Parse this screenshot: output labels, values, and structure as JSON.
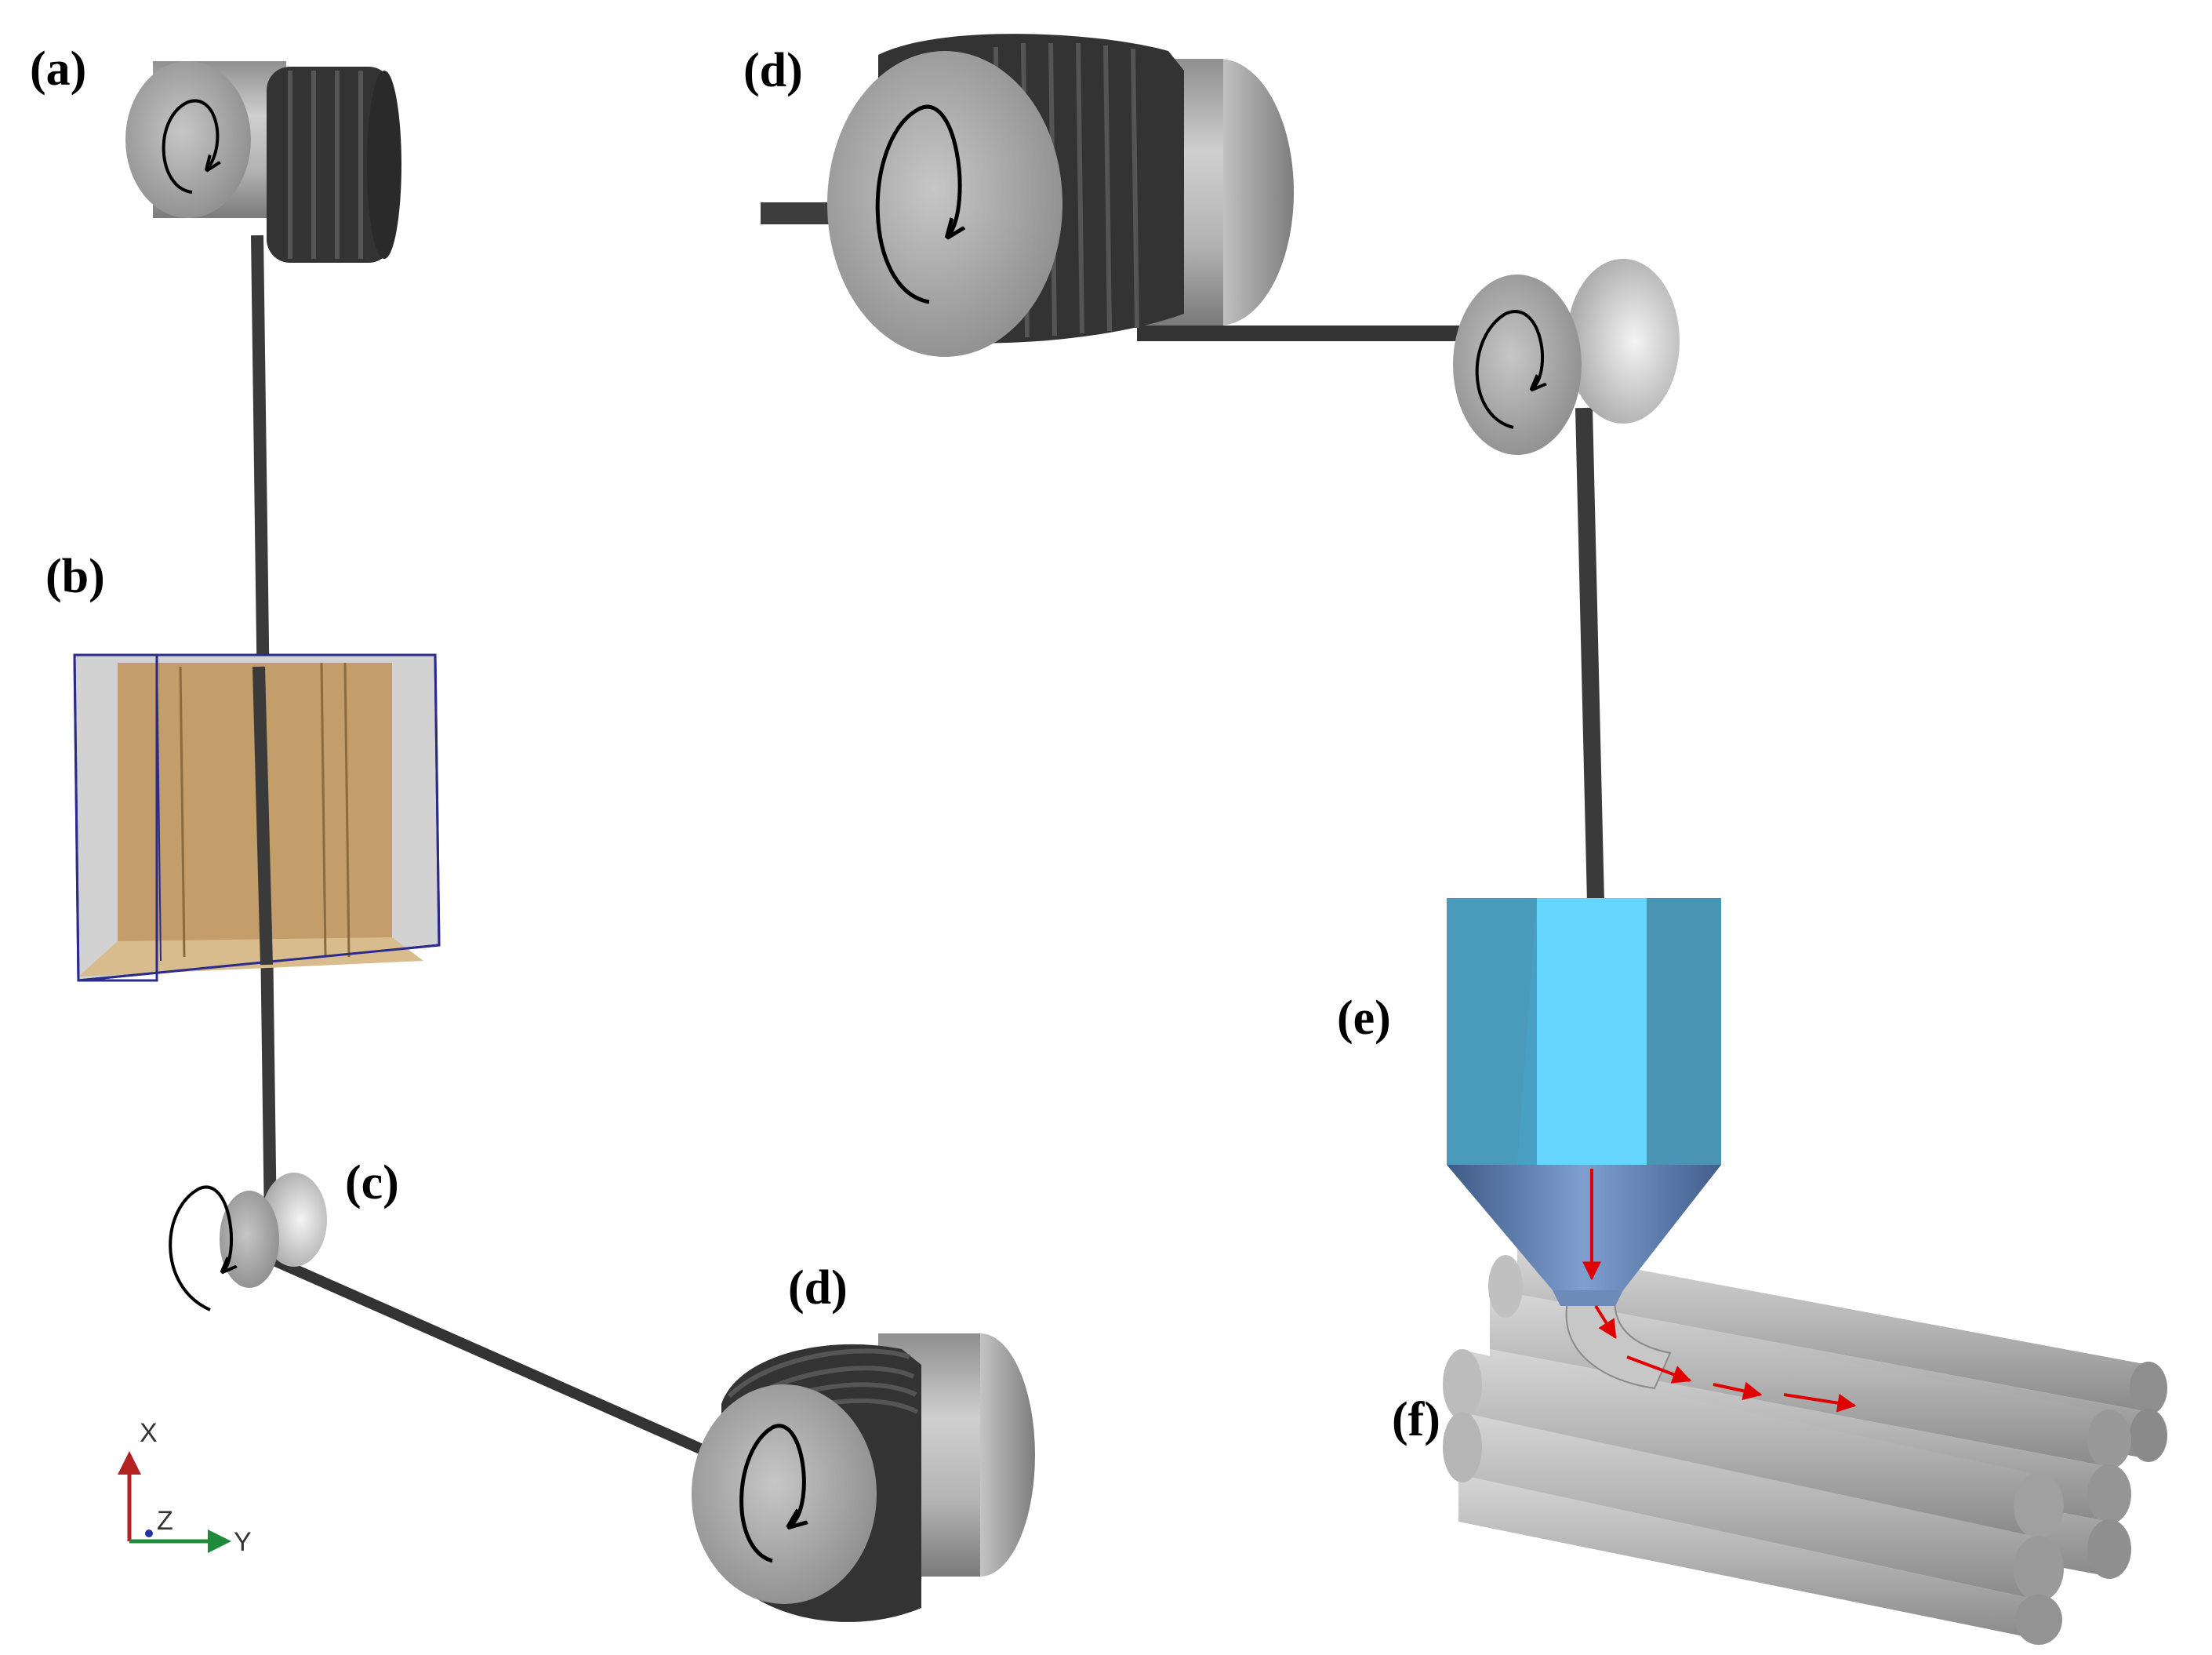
{
  "figure": {
    "labels": {
      "a": "(a)",
      "b": "(b)",
      "c": "(c)",
      "d_top": "(d)",
      "d_bottom": "(d)",
      "e": "(e)",
      "f": "(f)"
    },
    "axes": {
      "x": "X",
      "y": "Y",
      "z": "Z"
    },
    "colors": {
      "fiber": "#3a3a3a",
      "spool_body": "#b4b4b4",
      "spool_winding": "#333333",
      "bath_liquid": "#c29a64",
      "bath_frame": "#2b2b8c",
      "nozzle_light": "#66d6ff",
      "nozzle_dark": "#4aa0c2",
      "rods": "#b0b0b0",
      "flow_arrows": "#e00000",
      "axis_x": "#b22222",
      "axis_y": "#1f8a3a",
      "axis_z": "#2233aa"
    }
  }
}
